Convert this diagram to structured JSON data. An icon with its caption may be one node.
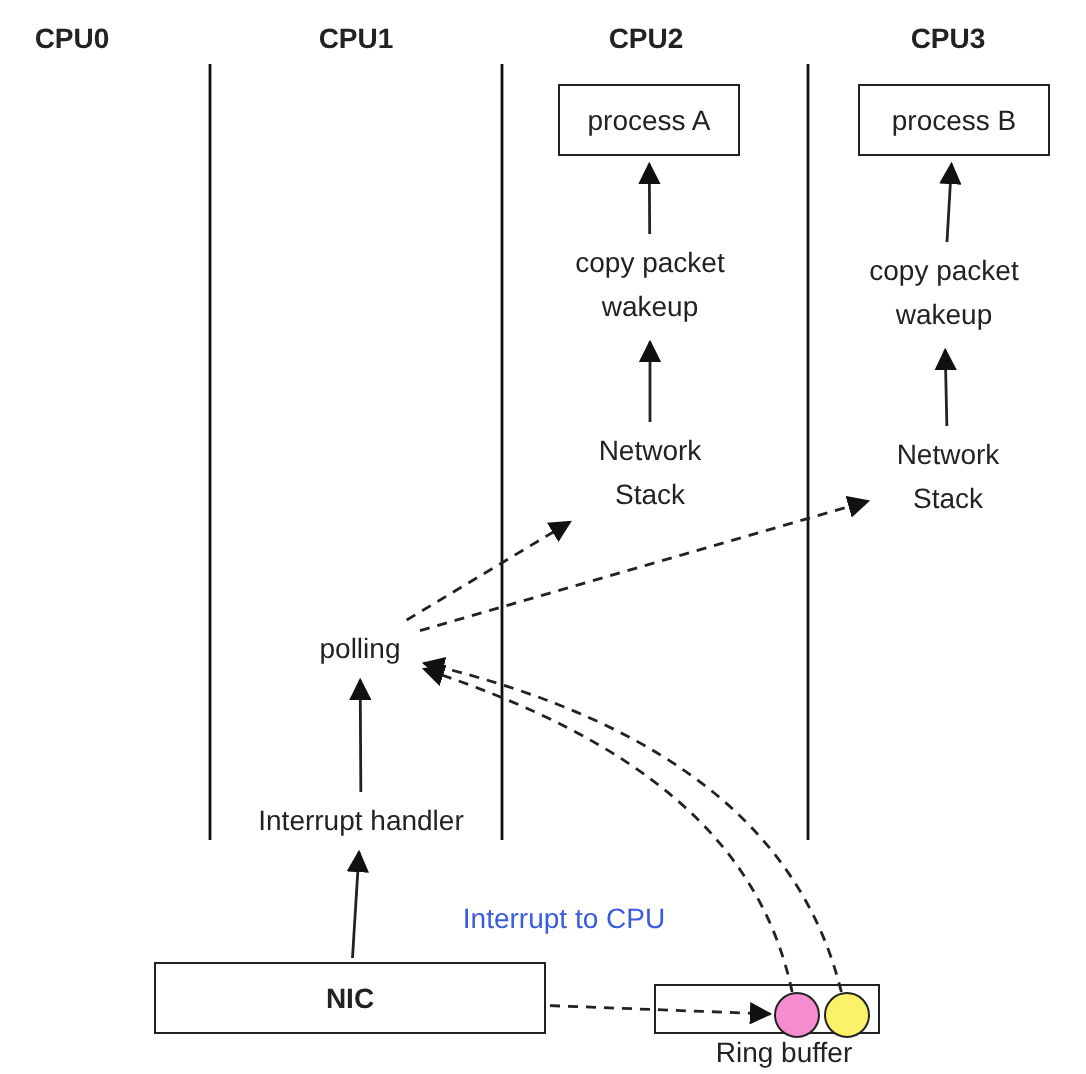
{
  "diagram": {
    "nodes": [
      {
        "text": [
          "process A"
        ]
      },
      {
        "text": [
          "copy packet wakeup"
        ]
      },
      {
        "text": [
          "Network Stack"
        ]
      },
      {
        "text": [
          "process B"
        ]
      },
      {
        "text": [
          "copy packet wakeup"
        ]
      },
      {
        "text": [
          "Network Stack"
        ]
      },
      {
        "text": [
          "polling"
        ]
      },
      {
        "text": [
          "Interrupt handler"
        ]
      },
      {
        "text": [
          "NIC"
        ]
      },
      {
        "text": [
          "Ring buffer"
        ]
      },
      {
        "text": [],
        "shape": "circle",
        "in": 9
      },
      {
        "text": [],
        "shape": "circle",
        "in": 9
      }
    ],
    "edges": [
      {
        "from": 1,
        "to": 0,
        "arrow": "to"
      },
      {
        "from": 2,
        "to": 1,
        "arrow": "to"
      },
      {
        "from": 4,
        "to": 3,
        "arrow": "to"
      },
      {
        "from": 5,
        "to": 4,
        "arrow": "to"
      },
      {
        "from": 7,
        "to": 6,
        "arrow": "to"
      },
      {
        "from": 8,
        "to": 7,
        "arrow": "to"
      },
      {
        "from": 6,
        "to": 2,
        "arrow": "to",
        "style": "dashed"
      },
      {
        "from": 6,
        "to": 5,
        "arrow": "to",
        "style": "dashed"
      },
      {
        "from": 10,
        "to": 6,
        "arrow": "to",
        "style": "dashed"
      },
      {
        "from": 11,
        "to": 6,
        "arrow": "to",
        "style": "dashed"
      },
      {
        "from": 8,
        "to": 10,
        "arrow": "to",
        "style": "dashed"
      }
    ],
    "labels": [
      "CPU0",
      "CPU1",
      "CPU2",
      "CPU3",
      "Interrupt to CPU"
    ]
  }
}
